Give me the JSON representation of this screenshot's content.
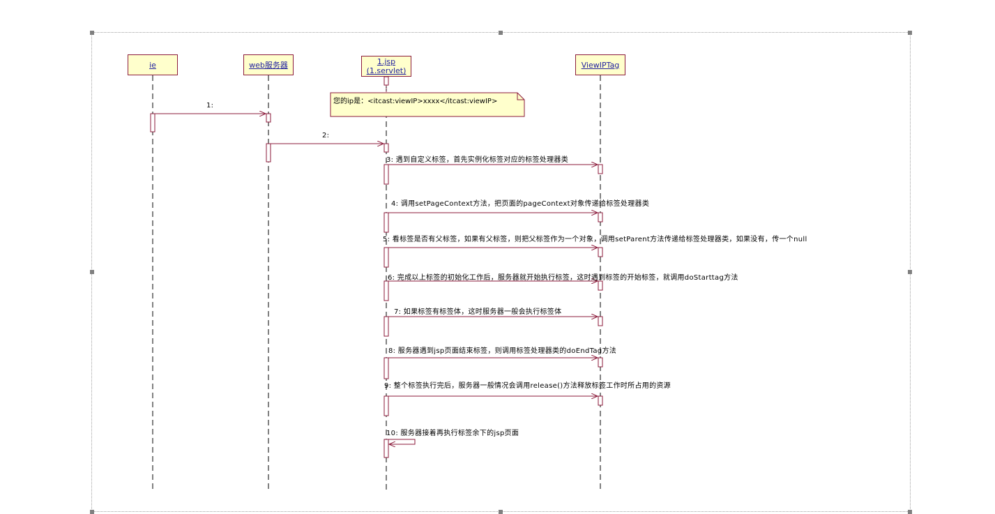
{
  "lifelines": [
    {
      "id": "ie",
      "label": "ie"
    },
    {
      "id": "web",
      "label": "web服务器"
    },
    {
      "id": "jsp",
      "label": "1.jsp",
      "label2": "(1.servlet)"
    },
    {
      "id": "tag",
      "label": "ViewIPTag"
    }
  ],
  "note": {
    "text": "您的ip是：<itcast:viewIP>xxxx</itcast:viewIP>"
  },
  "messages": [
    {
      "label": "1:"
    },
    {
      "label": "2:"
    },
    {
      "label": "3: 遇到自定义标签，首先实例化标签对应的标签处理器类"
    },
    {
      "label": "4: 调用setPageContext方法，把页面的pageContext对象传递给标签处理器类"
    },
    {
      "label": "5: 看标签是否有父标签，如果有父标签，则把父标签作为一个对象，调用setParent方法传递给标签处理器类，如果没有，传一个null"
    },
    {
      "label": "6: 完成以上标签的初始化工作后，服务器就开始执行标签，这时遇到标签的开始标签，就调用doStarttag方法"
    },
    {
      "label": "7: 如果标签有标签体，这时服务器一般会执行标签体"
    },
    {
      "label": "8: 服务器遇到jsp页面结束标签，则调用标签处理器类的doEndTag方法"
    },
    {
      "label": "9: 整个标签执行完后，服务器一般情况会调用release()方法释放标签工作时所占用的资源"
    },
    {
      "label": "10: 服务器接着再执行标签余下的jsp页面"
    }
  ],
  "colors": {
    "line": "#8b1a3a",
    "head_fill": "#ffffcc",
    "head_text": "#1f1f9f",
    "lifeline_dash": "#000000",
    "frame": "#a0a0a0",
    "handle": "#808080"
  }
}
